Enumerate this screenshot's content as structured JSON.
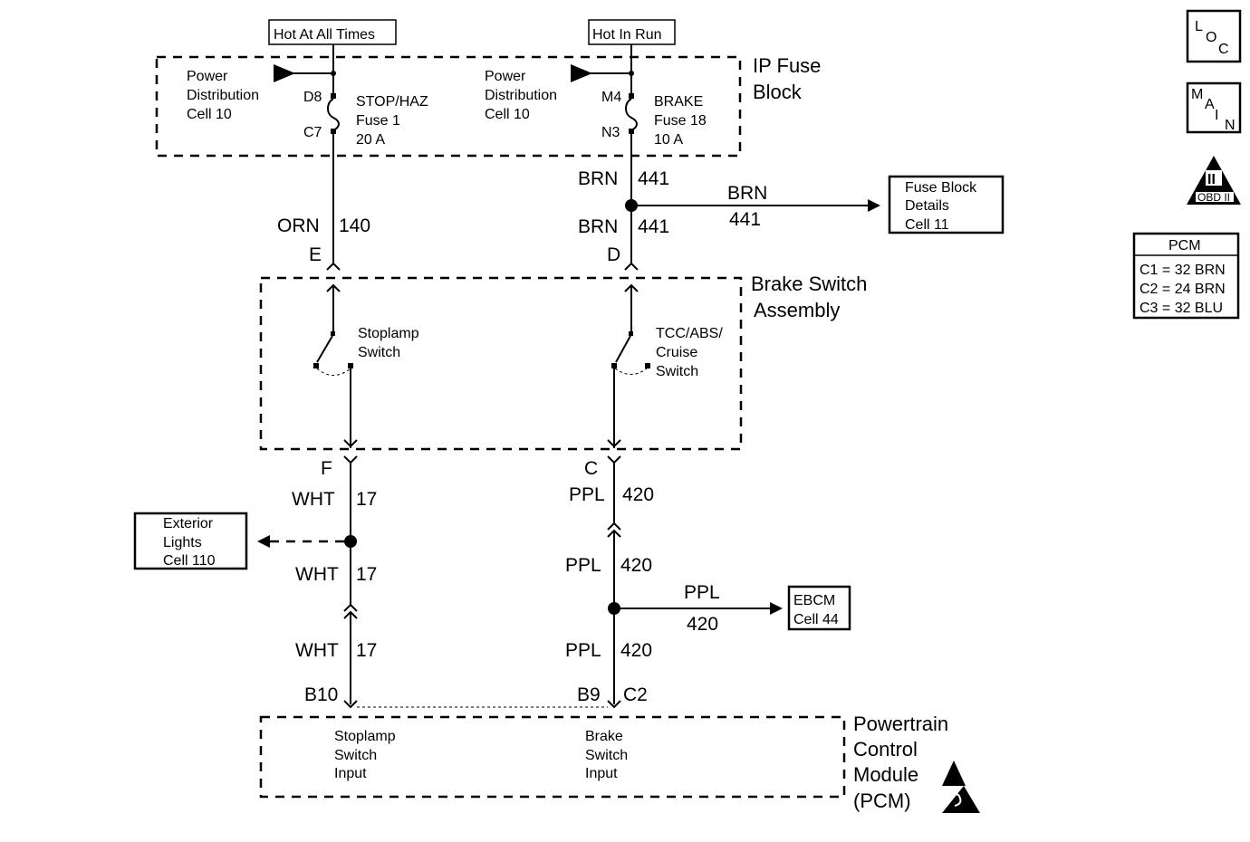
{
  "labels": {
    "hot_all_times": "Hot At All Times",
    "hot_in_run": "Hot In Run",
    "ip_fuse_block": [
      "IP Fuse",
      "Block"
    ],
    "power_dist_left": [
      "Power",
      "Distribution",
      "Cell 10"
    ],
    "power_dist_right": [
      "Power",
      "Distribution",
      "Cell 10"
    ],
    "fuse1": {
      "pin_in": "D8",
      "pin_out": "C7",
      "lines": [
        "STOP/HAZ",
        "Fuse 1",
        "20 A"
      ]
    },
    "fuse18": {
      "pin_in": "M4",
      "pin_out": "N3",
      "lines": [
        "BRAKE",
        "Fuse 18",
        "10 A"
      ]
    },
    "wire_brn_441_top": {
      "color": "BRN",
      "num": "441"
    },
    "wire_brn_441_mid": {
      "color": "BRN",
      "num": "441"
    },
    "wire_brn_441_branch": {
      "color": "BRN",
      "num": "441"
    },
    "fuse_block_details": [
      "Fuse Block",
      "Details",
      "Cell 11"
    ],
    "wire_orn_140": {
      "color": "ORN",
      "num": "140"
    },
    "conn_e": "E",
    "conn_d": "D",
    "brake_switch_assembly": [
      "Brake Switch",
      "Assembly"
    ],
    "stoplamp_switch": [
      "Stoplamp",
      "Switch"
    ],
    "tcc_switch": [
      "TCC/ABS/",
      "Cruise",
      "Switch"
    ],
    "conn_f": "F",
    "conn_c": "C",
    "wire_wht_17_a": {
      "color": "WHT",
      "num": "17"
    },
    "wire_wht_17_b": {
      "color": "WHT",
      "num": "17"
    },
    "wire_wht_17_c": {
      "color": "WHT",
      "num": "17"
    },
    "wire_ppl_420_a": {
      "color": "PPL",
      "num": "420"
    },
    "wire_ppl_420_b": {
      "color": "PPL",
      "num": "420"
    },
    "wire_ppl_420_c": {
      "color": "PPL",
      "num": "420"
    },
    "wire_ppl_420_branch": {
      "color": "PPL",
      "num": "420"
    },
    "exterior_lights": [
      "Exterior",
      "Lights",
      "Cell 110"
    ],
    "ebcm": [
      "EBCM",
      "Cell 44"
    ],
    "pin_b10": "B10",
    "pin_b9": "B9",
    "pin_c2": "C2",
    "pcm_stoplamp_input": [
      "Stoplamp",
      "Switch",
      "Input"
    ],
    "pcm_brake_input": [
      "Brake",
      "Switch",
      "Input"
    ],
    "pcm_name": [
      "Powertrain",
      "Control",
      "Module",
      "(PCM)"
    ]
  },
  "side_icons": {
    "loc": {
      "letters": [
        "L",
        "O",
        "C"
      ]
    },
    "main": {
      "letters": [
        "M",
        "A",
        "I",
        "N"
      ]
    },
    "obd": {
      "numeral": "II",
      "text": "OBD II"
    }
  },
  "pcm_table": {
    "title": "PCM",
    "rows": [
      "C1 = 32 BRN",
      "C2 = 24 BRN",
      "C3 = 32 BLU"
    ]
  }
}
